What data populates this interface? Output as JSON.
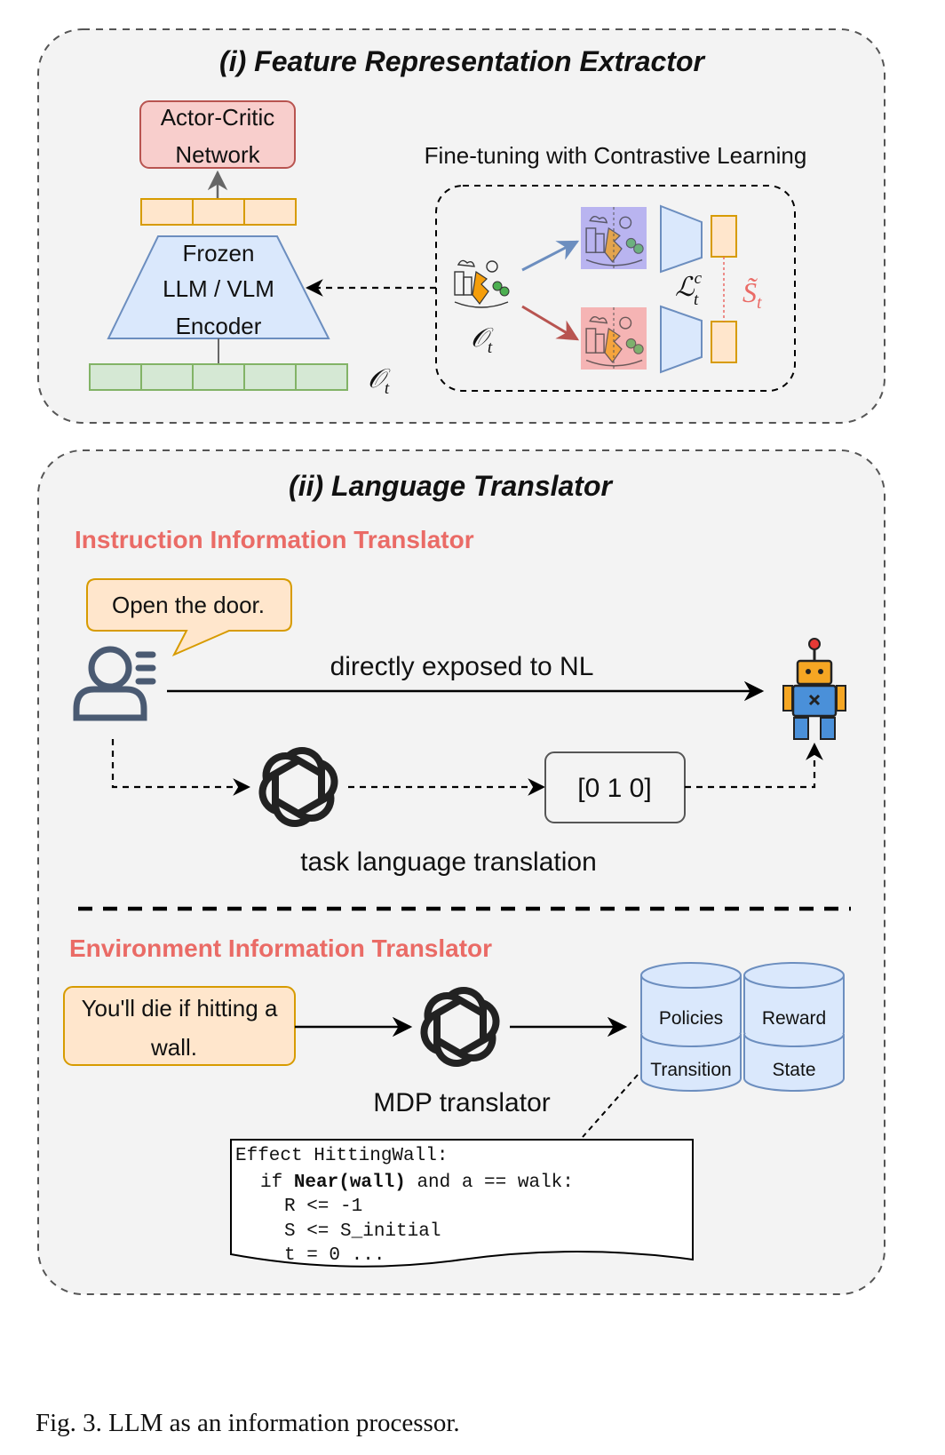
{
  "section1": {
    "title": "(i) Feature Representation Extractor",
    "actor_critic": [
      "Actor-Critic",
      "Network"
    ],
    "encoder": [
      "Frozen",
      "LLM / VLM",
      "Encoder"
    ],
    "obs_label": "𝒪",
    "obs_sub": "t",
    "finetune_label": "Fine-tuning with Contrastive Learning",
    "loss_label": "ℒ",
    "loss_sup": "c",
    "loss_sub": "t",
    "state_label": "S̃",
    "state_sub": "t"
  },
  "section2": {
    "title": "(ii) Language Translator",
    "instruction_heading": "Instruction Information Translator",
    "speech": "Open the door.",
    "direct_label": "directly exposed to NL",
    "vector": "[0 1 0]",
    "task_label": "task language translation",
    "environment_heading": "Environment Information Translator",
    "env_box": [
      "You'll die if hitting a",
      "wall."
    ],
    "mdp_label": "MDP translator",
    "db_labels": [
      "Policies",
      "Reward",
      "Transition",
      "State"
    ],
    "code": {
      "line1": "Effect HittingWall:",
      "line2_a": "if ",
      "line2_b": "Near(wall)",
      "line2_c": " and a == walk:",
      "line3": "R <= -1",
      "line4": "S <= S_initial",
      "line5": "t = 0 ..."
    }
  },
  "caption": "Fig. 3.  LLM as an information processor.",
  "colors": {
    "section_bg": "#f3f3f3",
    "heading_red": "#ea6b66",
    "actor_fill": "#f8cecc",
    "actor_stroke": "#b85450",
    "encoder_fill": "#dae8fc",
    "encoder_stroke": "#6c8ebf",
    "token_fill": "#ffe6cc",
    "token_stroke": "#d79b00",
    "obs_fill": "#d5e8d4",
    "obs_stroke": "#82b366"
  }
}
